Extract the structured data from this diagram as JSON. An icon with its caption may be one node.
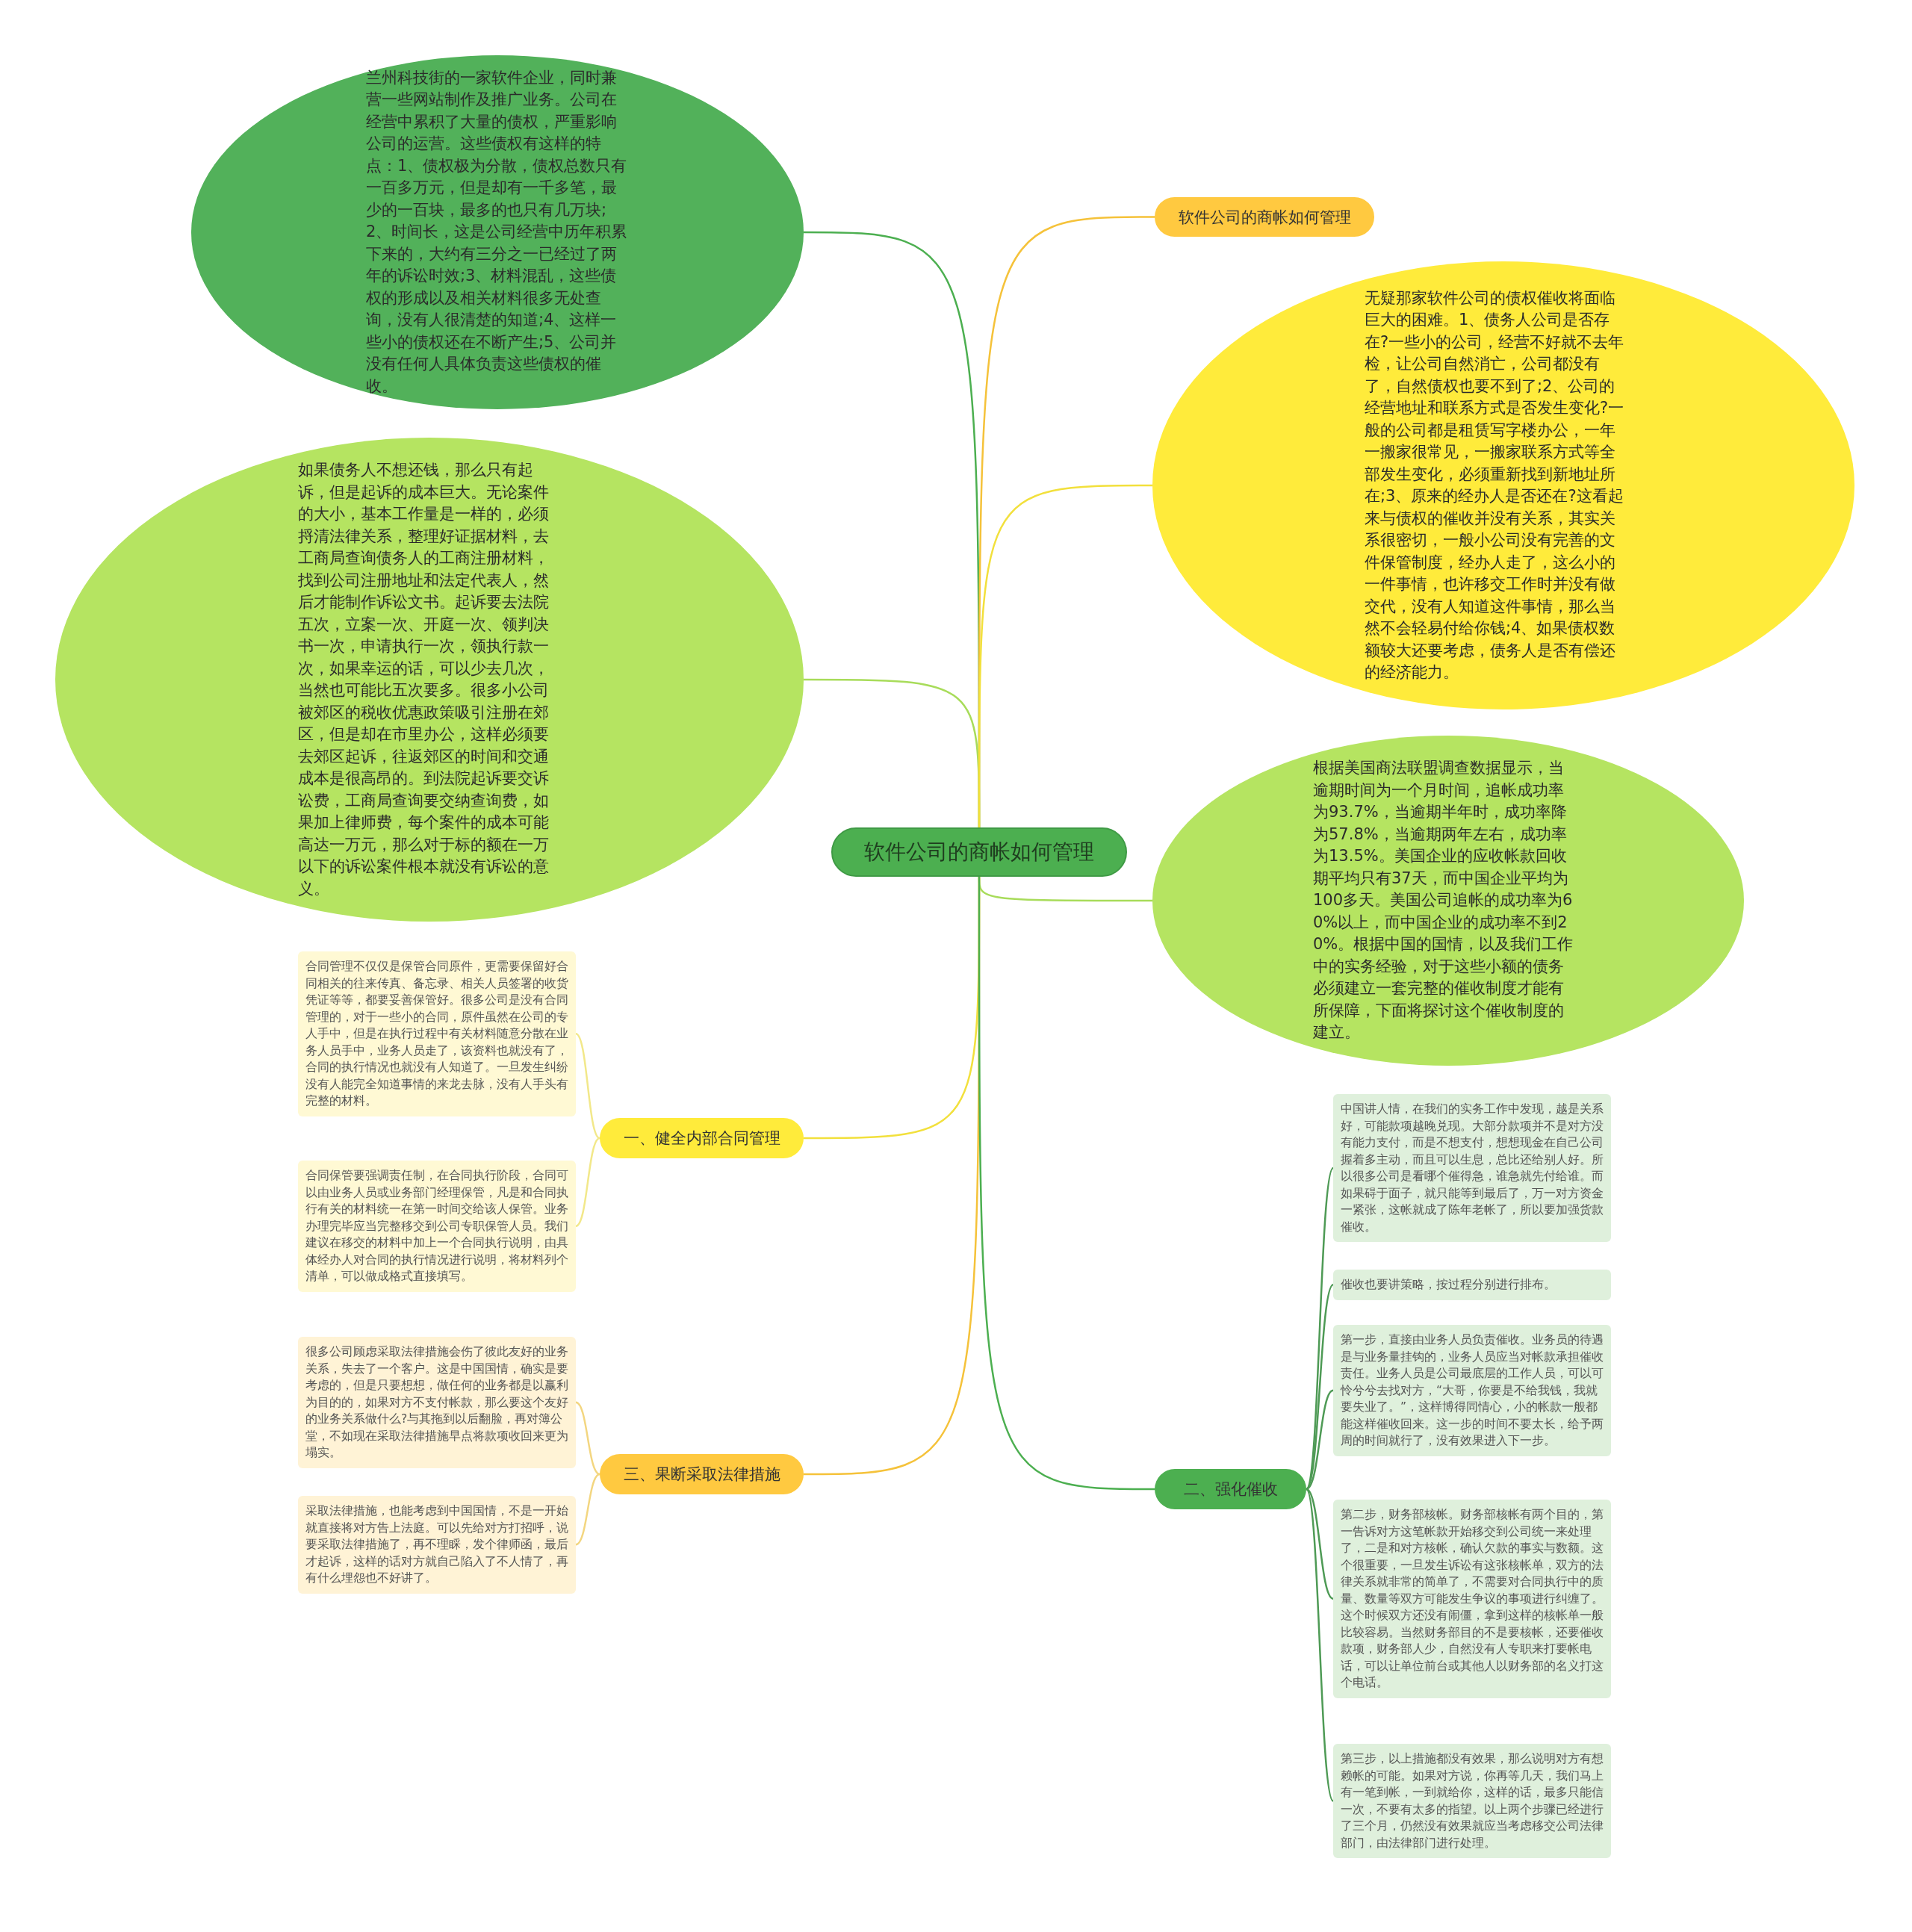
{
  "diagram": {
    "nodes": [
      {
        "text": [
          "软件公司的商帐如何管理"
        ]
      },
      {
        "text": [
          "兰州科技街的一家软件企业，同时兼营一些网站制作及推广业务。公司在经营中累积了大量的债权，严重影响公司的运营。这些债权有这样的特点：1、债权极为分散，债权总数只有一百多万元，但是却有一千多笔，最少的一百块，最多的也只有几万块;2、时间长，这是公司经营中历年积累下来的，大约有三分之一已经过了两年的诉讼时效;3、材料混乱，这些债权的形成以及相关材料很多无处查询，没有人很清楚的知道;4、这样一些小的债权还在不断产生;5、公司并没有任何人具体负责这些债权的催收。"
        ]
      },
      {
        "text": [
          "如果债务人不想还钱，那么只有起诉，但是起诉的成本巨大。无论案件的大小，基本工作量是一样的，必须捋清法律关系，整理好证据材料，去工商局查询债务人的工商注册材料，找到公司注册地址和法定代表人，然后才能制作诉讼文书。起诉要去法院五次，立案一次、开庭一次、领判决书一次，申请执行一次，领执行款一次，如果幸运的话，可以少去几次，当然也可能比五次要多。很多小公司被郊区的税收优惠政策吸引注册在郊区，但是却在市里办公，这样必须要去郊区起诉，往返郊区的时间和交通成本是很高昂的。到法院起诉要交诉讼费，工商局查询要交纳查询费，如果加上律师费，每个案件的成本可能高达一万元，那么对于标的额在一万以下的诉讼案件根本就没有诉讼的意义。"
        ]
      },
      {
        "text": [
          "一、健全内部合同管理"
        ]
      },
      {
        "text": [
          "合同管理不仅仅是保管合同原件，更需要保留好合同相关的往来传真、备忘录、相关人员签署的收货凭证等等，都要妥善保管好。很多公司是没有合同管理的，对于一些小的合同，原件虽然在公司的专人手中，但是在执行过程中有关材料随意分散在业务人员手中，业务人员走了，该资料也就没有了，合同的执行情况也就没有人知道了。一旦发生纠纷没有人能完全知道事情的来龙去脉，没有人手头有完整的材料。"
        ]
      },
      {
        "text": [
          "合同保管要强调责任制，在合同执行阶段，合同可以由业务人员或业务部门经理保管，凡是和合同执行有关的材料统一在第一时间交给该人保管。业务办理完毕应当完整移交到公司专职保管人员。我们建议在移交的材料中加上一个合同执行说明，由具体经办人对合同的执行情况进行说明，将材料列个清单，可以做成格式直接填写。"
        ]
      },
      {
        "text": [
          "三、果断采取法律措施"
        ]
      },
      {
        "text": [
          "很多公司顾虑采取法律措施会伤了彼此友好的业务关系，失去了一个客户。这是中国国情，确实是要考虑的，但是只要想想，做任何的业务都是以赢利为目的的，如果对方不支付帐款，那么要这个友好的业务关系做什么?与其拖到以后翻脸，再对簿公堂，不如现在采取法律措施早点将款项收回来更为塌实。"
        ]
      },
      {
        "text": [
          "采取法律措施，也能考虑到中国国情，不是一开始就直接将对方告上法庭。可以先给对方打招呼，说要采取法律措施了，再不理睬，发个律师函，最后才起诉，这样的话对方就自己陷入了不人情了，再有什么埋怨也不好讲了。"
        ]
      },
      {
        "text": [
          "软件公司的商帐如何管理"
        ]
      },
      {
        "text": [
          "无疑那家软件公司的债权催收将面临巨大的困难。1、债务人公司是否存在?一些小的公司，经营不好就不去年检，让公司自然消亡，公司都没有了，自然债权也要不到了;2、公司的经营地址和联系方式是否发生变化?一般的公司都是租赁写字楼办公，一年一搬家很常见，一搬家联系方式等全部发生变化，必须重新找到新地址所在;3、原来的经办人是否还在?这看起来与债权的催收并没有关系，其实关系很密切，一般小公司没有完善的文件保管制度，经办人走了，这么小的一件事情，也许移交工作时并没有做交代，没有人知道这件事情，那么当然不会轻易付给你钱;4、如果债权数额较大还要考虑，债务人是否有偿还的经济能力。"
        ]
      },
      {
        "text": [
          "根据美国商法联盟调查数据显示，当逾期时间为一个月时间，追帐成功率为93.7%，当逾期半年时，成功率降为57.8%，当逾期两年左右，成功率为13.5%。美国企业的应收帐款回收期平均只有37天，而中国企业平均为100多天。美国公司追帐的成功率为60%以上，而中国企业的成功率不到20%。根据中国的国情，以及我们工作中的实务经验，对于这些小额的债务必须建立一套完整的催收制度才能有所保障，下面将探讨这个催收制度的建立。"
        ]
      },
      {
        "text": [
          "二、强化催收"
        ]
      },
      {
        "text": [
          "中国讲人情，在我们的实务工作中发现，越是关系好，可能款项越晚兑现。大部分款项并不是对方没有能力支付，而是不想支付，想想现金在自己公司握着多主动，而且可以生息，总比还给别人好。所以很多公司是看哪个催得急，谁急就先付给谁。而如果碍于面子，就只能等到最后了，万一对方资金一紧张，这帐就成了陈年老帐了，所以要加强货款催收。"
        ]
      },
      {
        "text": [
          "催收也要讲策略，按过程分别进行排布。"
        ]
      },
      {
        "text": [
          "第一步，直接由业务人员负责催收。业务员的待遇是与业务量挂钩的，业务人员应当对帐款承担催收责任。业务人员是公司最底层的工作人员，可以可怜兮兮去找对方，“大哥，你要是不给我钱，我就要失业了。”，这样博得同情心，小的帐款一般都能这样催收回来。这一步的时间不要太长，给予两周的时间就行了，没有效果进入下一步。"
        ]
      },
      {
        "text": [
          "第二步，财务部核帐。财务部核帐有两个目的，第一告诉对方这笔帐款开始移交到公司统一来处理了，二是和对方核帐，确认欠款的事实与数额。这个很重要，一旦发生诉讼有这张核帐单，双方的法律关系就非常的简单了，不需要对合同执行中的质量、数量等双方可能发生争议的事项进行纠缠了。这个时候双方还没有闹僵，拿到这样的核帐单一般比较容易。当然财务部目的不是要核帐，还要催收款项，财务部人少，自然没有人专职来打要帐电话，可以让单位前台或其他人以财务部的名义打这个电话。"
        ]
      },
      {
        "text": [
          "第三步，以上措施都没有效果，那么说明对方有想赖帐的可能。如果对方说，你再等几天，我们马上有一笔到帐，一到就给你，这样的话，最多只能信一次，不要有太多的指望。以上两个步骤已经进行了三个月，仍然没有效果就应当考虑移交公司法律部门，由法律部门进行处理。"
        ]
      }
    ],
    "edges": [
      {
        "from": 0,
        "to": 1,
        "arrow": "none",
        "color": "#4caf50"
      },
      {
        "from": 0,
        "to": 2,
        "arrow": "none",
        "color": "#a8dc5a"
      },
      {
        "from": 0,
        "to": 3,
        "arrow": "none",
        "color": "#f2e03c"
      },
      {
        "from": 3,
        "to": 4,
        "arrow": "none",
        "color": "#f2e88a"
      },
      {
        "from": 3,
        "to": 5,
        "arrow": "none",
        "color": "#f2e88a"
      },
      {
        "from": 0,
        "to": 6,
        "arrow": "none",
        "color": "#f5c23a"
      },
      {
        "from": 6,
        "to": 7,
        "arrow": "none",
        "color": "#f3d680"
      },
      {
        "from": 6,
        "to": 8,
        "arrow": "none",
        "color": "#f3d680"
      },
      {
        "from": 0,
        "to": 9,
        "arrow": "none",
        "color": "#f5c23a"
      },
      {
        "from": 0,
        "to": 10,
        "arrow": "none",
        "color": "#f2e03c"
      },
      {
        "from": 0,
        "to": 11,
        "arrow": "none",
        "color": "#a8dc5a"
      },
      {
        "from": 0,
        "to": 12,
        "arrow": "none",
        "color": "#4caf50"
      },
      {
        "from": 12,
        "to": 13,
        "arrow": "none",
        "color": "#4e9a55"
      },
      {
        "from": 12,
        "to": 14,
        "arrow": "none",
        "color": "#4e9a55"
      },
      {
        "from": 12,
        "to": 15,
        "arrow": "none",
        "color": "#4e9a55"
      },
      {
        "from": 12,
        "to": 16,
        "arrow": "none",
        "color": "#4e9a55"
      },
      {
        "from": 12,
        "to": 17,
        "arrow": "none",
        "color": "#4e9a55"
      }
    ]
  }
}
